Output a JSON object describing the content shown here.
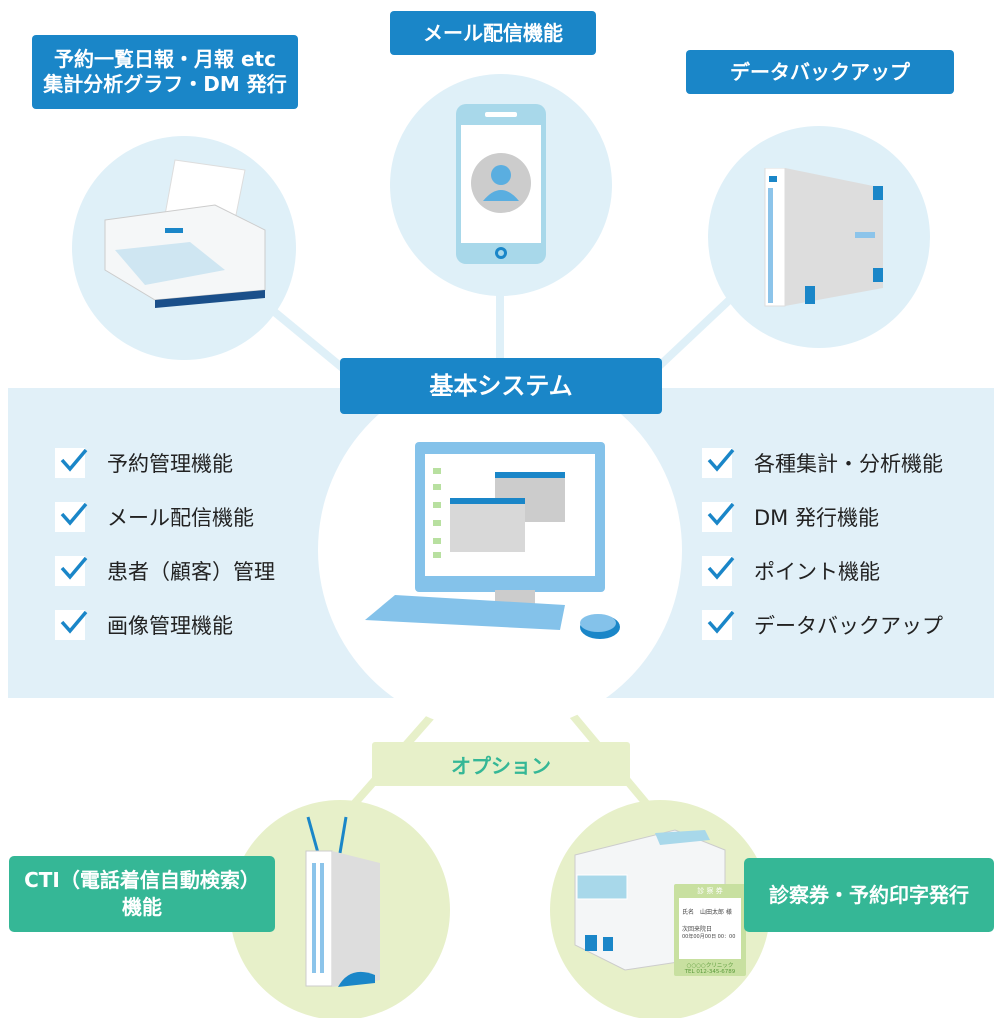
{
  "top_labels": {
    "reports": [
      "予約一覧日報・月報 etc",
      "集計分析グラフ・DM 発行"
    ],
    "mail": "メール配信機能",
    "backup": "データバックアップ"
  },
  "core": {
    "title": "基本システム",
    "left_features": [
      "予約管理機能",
      "メール配信機能",
      "患者（顧客）管理",
      "画像管理機能"
    ],
    "right_features": [
      "各種集計・分析機能",
      "DM 発行機能",
      "ポイント機能",
      "データバックアップ"
    ]
  },
  "option": {
    "title": "オプション",
    "cti": [
      "CTI（電話着信自動検索）",
      "機能"
    ],
    "card_print": "診察券・予約印字発行",
    "card": {
      "header": "診 察 券",
      "name": "氏名　山田太郎 様",
      "date": "次回来院日",
      "time": "00年00月00日 00：00",
      "clinic": "○○○○クリニック",
      "tel": "TEL 012-345-6789"
    }
  },
  "colors": {
    "blue": "#1a86c8",
    "green": "#35b796",
    "light_blue": "#dff0f8",
    "light_green": "#e7f0c9"
  }
}
